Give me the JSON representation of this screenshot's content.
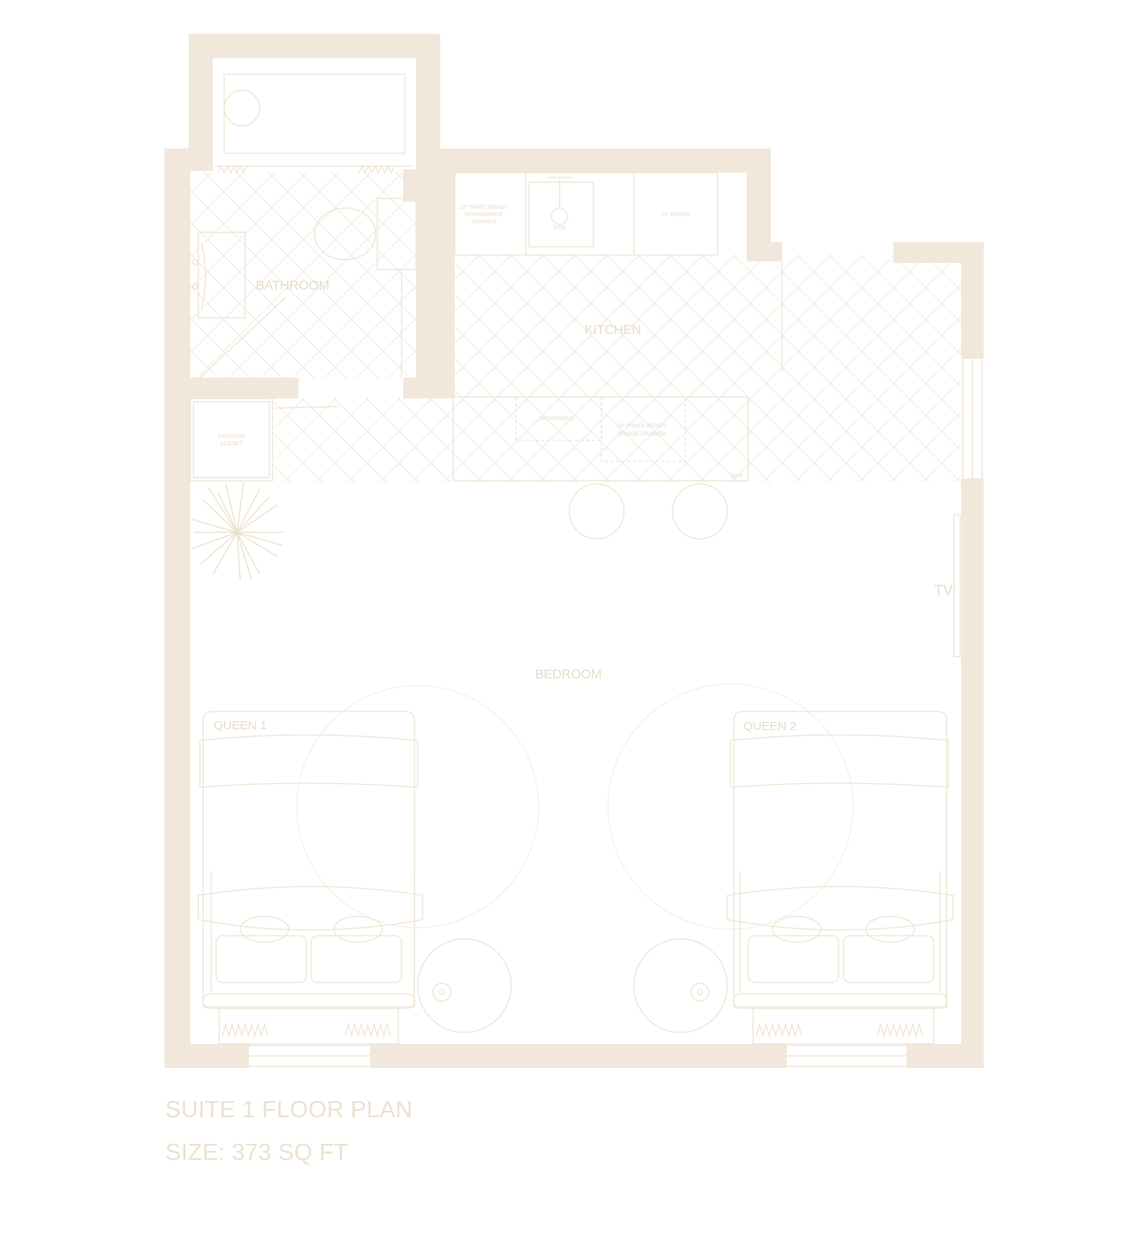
{
  "colors": {
    "wall": "#f1e8db",
    "line": "#efe5d6",
    "text": "#e8dcc8"
  },
  "rooms": {
    "bathroom": "BATHROOM",
    "kitchen": "KITCHEN",
    "bedroom": "BEDROOM"
  },
  "fixtures": {
    "dishwasher": [
      "18\" PANEL READY",
      "DISHWASHER",
      "DRAWER"
    ],
    "sink": "SINK",
    "range": "24\" RANGE",
    "microwave": "MICROWAVE",
    "fridge": [
      "24\" PANEL READY",
      "FRIDGE DRAWER"
    ],
    "bar": "BAR",
    "storage": [
      "STORAGE",
      "CLOSET"
    ],
    "tv": "TV",
    "queen1": "QUEEN 1",
    "queen2": "QUEEN 2"
  },
  "caption": {
    "title": "SUITE 1 FLOOR PLAN",
    "size": "SIZE: 373 SQ FT"
  }
}
